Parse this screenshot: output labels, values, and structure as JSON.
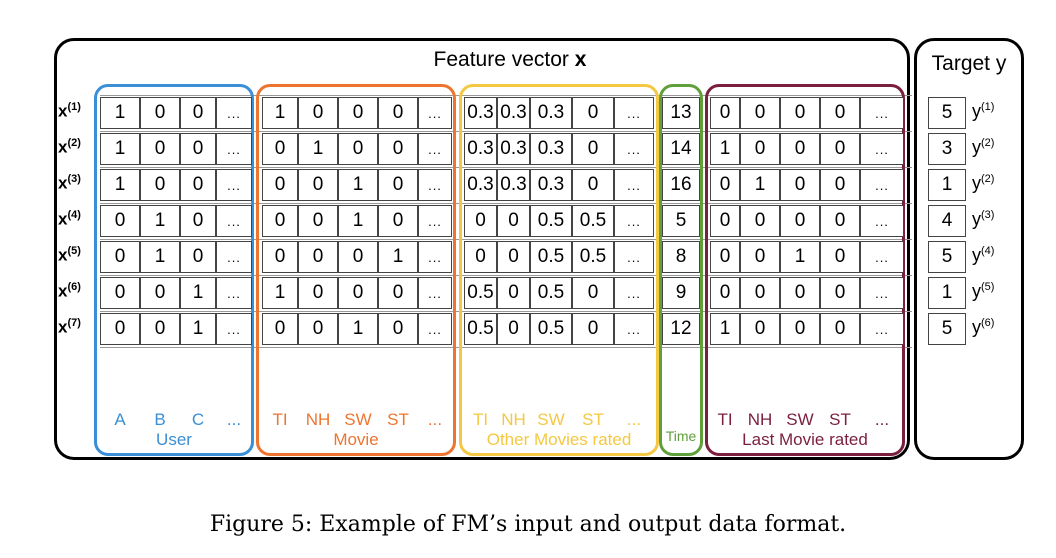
{
  "feature_title": "Feature vector",
  "feature_title_bold": "x",
  "target_title": "Target y",
  "row_labels": [
    "x",
    "x",
    "x",
    "x",
    "x",
    "x",
    "x"
  ],
  "row_superscripts": [
    "(1)",
    "(2)",
    "(3)",
    "(4)",
    "(5)",
    "(6)",
    "(7)"
  ],
  "groups": [
    {
      "key": "user",
      "name": "User",
      "color": "#3a8fd6",
      "columns": [
        "A",
        "B",
        "C",
        "..."
      ],
      "rows": [
        [
          "1",
          "0",
          "0",
          "..."
        ],
        [
          "1",
          "0",
          "0",
          "..."
        ],
        [
          "1",
          "0",
          "0",
          "..."
        ],
        [
          "0",
          "1",
          "0",
          "..."
        ],
        [
          "0",
          "1",
          "0",
          "..."
        ],
        [
          "0",
          "0",
          "1",
          "..."
        ],
        [
          "0",
          "0",
          "1",
          "..."
        ]
      ]
    },
    {
      "key": "movie",
      "name": "Movie",
      "color": "#ee7530",
      "columns": [
        "TI",
        "NH",
        "SW",
        "ST",
        "..."
      ],
      "rows": [
        [
          "1",
          "0",
          "0",
          "0",
          "..."
        ],
        [
          "0",
          "1",
          "0",
          "0",
          "..."
        ],
        [
          "0",
          "0",
          "1",
          "0",
          "..."
        ],
        [
          "0",
          "0",
          "1",
          "0",
          "..."
        ],
        [
          "0",
          "0",
          "0",
          "1",
          "..."
        ],
        [
          "1",
          "0",
          "0",
          "0",
          "..."
        ],
        [
          "0",
          "0",
          "1",
          "0",
          "..."
        ]
      ]
    },
    {
      "key": "other",
      "name": "Other Movies rated",
      "color": "#f4c842",
      "columns": [
        "TI",
        "NH",
        "SW",
        "ST",
        "..."
      ],
      "rows": [
        [
          "0.3",
          "0.3",
          "0.3",
          "0",
          "..."
        ],
        [
          "0.3",
          "0.3",
          "0.3",
          "0",
          "..."
        ],
        [
          "0.3",
          "0.3",
          "0.3",
          "0",
          "..."
        ],
        [
          "0",
          "0",
          "0.5",
          "0.5",
          "..."
        ],
        [
          "0",
          "0",
          "0.5",
          "0.5",
          "..."
        ],
        [
          "0.5",
          "0",
          "0.5",
          "0",
          "..."
        ],
        [
          "0.5",
          "0",
          "0.5",
          "0",
          "..."
        ]
      ]
    },
    {
      "key": "time",
      "name": "Time",
      "color": "#5fa03a",
      "columns": [],
      "rows": [
        [
          "13"
        ],
        [
          "14"
        ],
        [
          "16"
        ],
        [
          "5"
        ],
        [
          "8"
        ],
        [
          "9"
        ],
        [
          "12"
        ]
      ]
    },
    {
      "key": "last",
      "name": "Last Movie rated",
      "color": "#7a1f3d",
      "columns": [
        "TI",
        "NH",
        "SW",
        "ST",
        "..."
      ],
      "rows": [
        [
          "0",
          "0",
          "0",
          "0",
          "..."
        ],
        [
          "1",
          "0",
          "0",
          "0",
          "..."
        ],
        [
          "0",
          "1",
          "0",
          "0",
          "..."
        ],
        [
          "0",
          "0",
          "0",
          "0",
          "..."
        ],
        [
          "0",
          "0",
          "1",
          "0",
          "..."
        ],
        [
          "0",
          "0",
          "0",
          "0",
          "..."
        ],
        [
          "1",
          "0",
          "0",
          "0",
          "..."
        ]
      ]
    }
  ],
  "targets": [
    "5",
    "3",
    "1",
    "4",
    "5",
    "1",
    "5"
  ],
  "target_labels": [
    "y",
    "y",
    "y",
    "y",
    "y",
    "y",
    "y"
  ],
  "target_superscripts": [
    "(1)",
    "(2)",
    "(2)",
    "(3)",
    "(4)",
    "(5)",
    "(6)"
  ],
  "caption": "Figure 5: Example of FM’s input and output data format."
}
